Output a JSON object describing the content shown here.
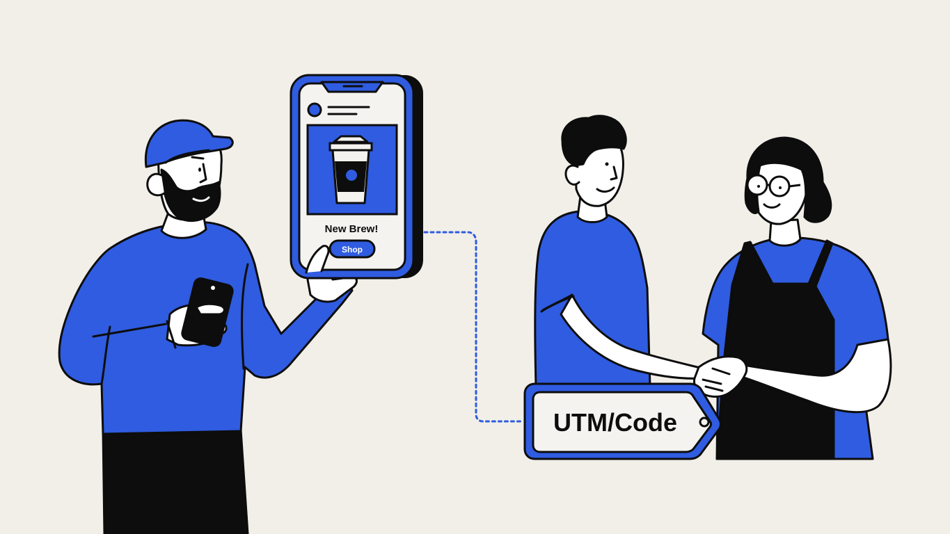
{
  "colors": {
    "background": "#f1efe8",
    "blue": "#2f5ce0",
    "ink": "#0d0d0d",
    "skin": "#ffffff",
    "paper": "#f4f3ef"
  },
  "phone_ad": {
    "headline": "New Brew!",
    "button_label": "Shop"
  },
  "tag": {
    "label": "UTM/Code"
  },
  "icons": [
    "coffee-cup-icon",
    "smartphone-icon",
    "price-tag-icon",
    "handshake-icon"
  ]
}
